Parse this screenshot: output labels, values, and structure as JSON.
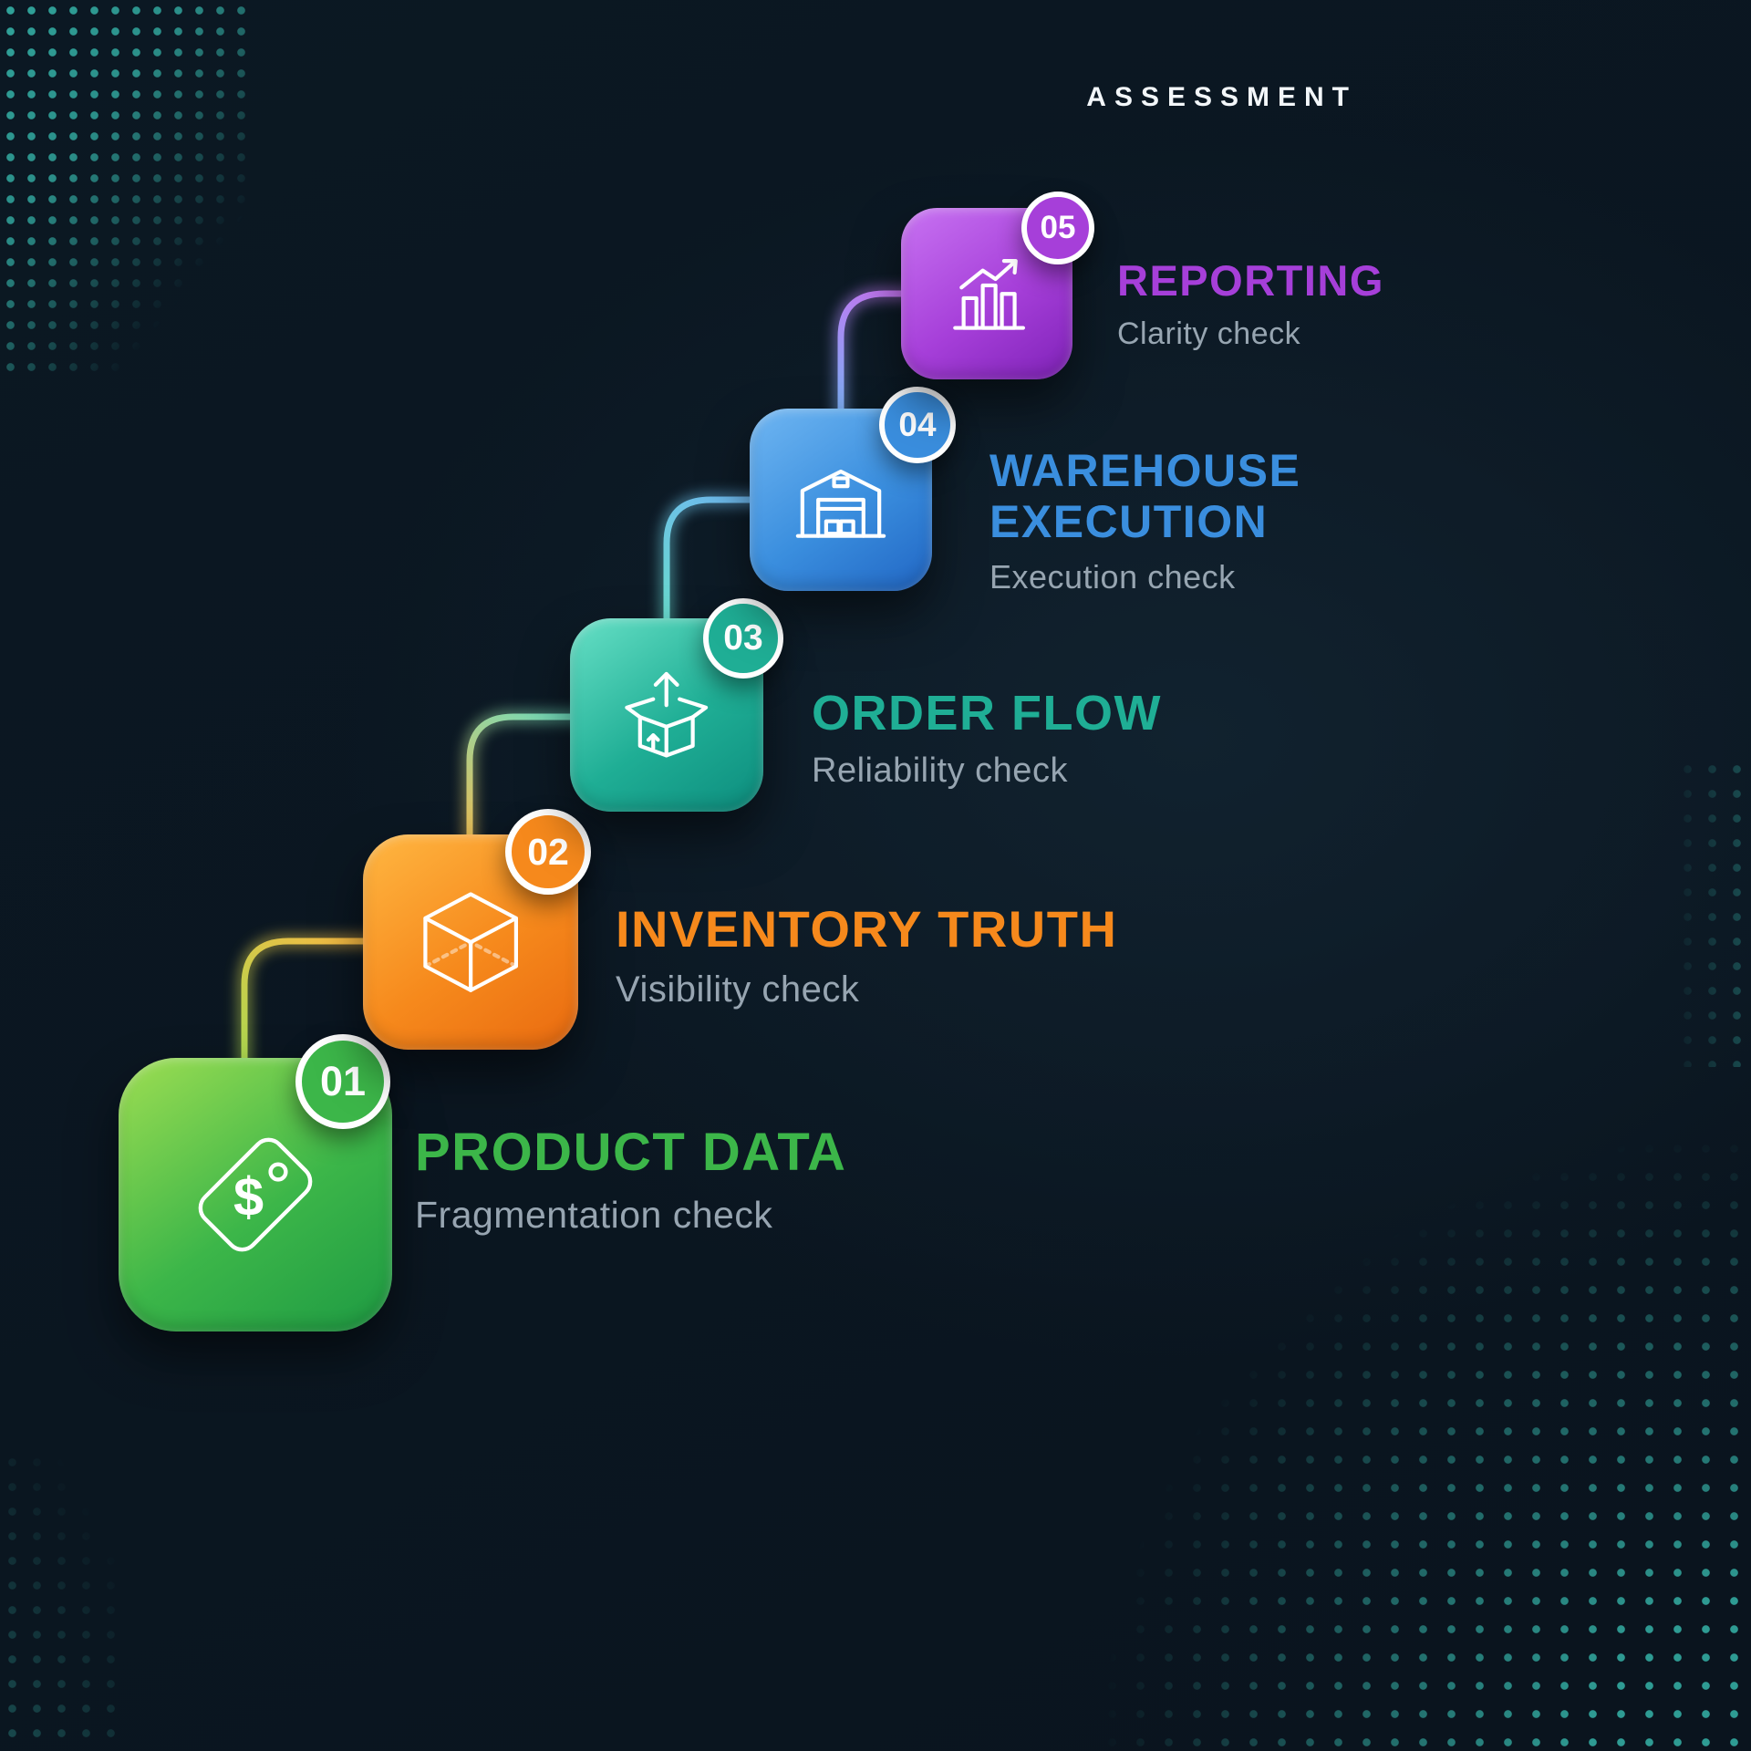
{
  "header": {
    "label": "ASSESSMENT"
  },
  "theme": {
    "background": "#0b1823",
    "background_edge": "#0a141e",
    "dot_color": "#35b3a8",
    "subtitle_color": "#97a5b1",
    "icon_stroke_color": "#ffffff",
    "badge_ring_color": "#ffffff"
  },
  "steps": [
    {
      "number": "01",
      "title": "PRODUCT DATA",
      "subtitle": "Fragmentation check",
      "icon": "price-tag-icon",
      "icon_glyph": "$",
      "color_light": "#9ede52",
      "color_main": "#3cb649",
      "color_dark": "#1e9a43"
    },
    {
      "number": "02",
      "title": "INVENTORY TRUTH",
      "subtitle": "Visibility check",
      "icon": "cube-icon",
      "color_light": "#ffb742",
      "color_main": "#f6891c",
      "color_dark": "#e96a10"
    },
    {
      "number": "03",
      "title": "ORDER FLOW",
      "subtitle": "Reliability check",
      "icon": "open-box-icon",
      "color_light": "#67e0c6",
      "color_main": "#1fae95",
      "color_dark": "#0d8d7e"
    },
    {
      "number": "04",
      "title": "WAREHOUSE EXECUTION",
      "subtitle": "Execution check",
      "icon": "warehouse-icon",
      "color_light": "#6fb6f2",
      "color_main": "#3a8ede",
      "color_dark": "#2166c4"
    },
    {
      "number": "05",
      "title": "REPORTING",
      "subtitle": "Clarity check",
      "icon": "bar-chart-icon",
      "color_light": "#c873f2",
      "color_main": "#a63fd9",
      "color_dark": "#7f22b8"
    }
  ]
}
